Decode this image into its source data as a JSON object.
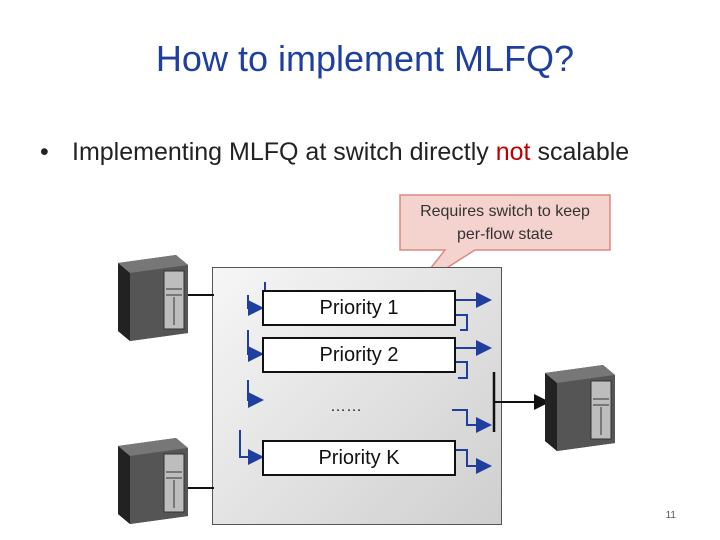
{
  "slide": {
    "title": "How to implement MLFQ?",
    "bullet_symbol": "•",
    "bullet_text_before": "Implementing MLFQ at switch directly ",
    "bullet_text_highlight": "not",
    "bullet_text_after": " scalable",
    "callout_line1": "Requires switch to keep",
    "callout_line2": "per-flow state",
    "priorities": [
      "Priority 1",
      "Priority 2",
      "Priority K"
    ],
    "ellipsis": "……",
    "page_number": "11"
  },
  "colors": {
    "title": "#1f3fa0",
    "highlight": "#c00000",
    "arrows": "#1f3fa0",
    "callout_fill": "#f4d2cd",
    "callout_border": "#d98a80"
  },
  "icons": [
    "server-icon",
    "server-icon",
    "server-icon"
  ]
}
